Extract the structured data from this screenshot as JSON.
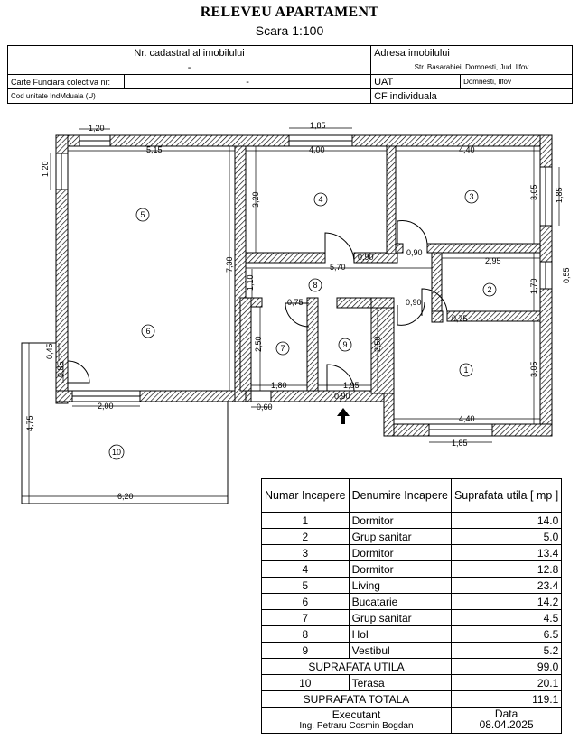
{
  "header": {
    "title": "RELEVEU APARTAMENT",
    "scale": "Scara 1:100"
  },
  "info": {
    "cadastral_label": "Nr. cadastral al imobilului",
    "cadastral_value": "-",
    "address_label": "Adresa imobilului",
    "address_value": "Str. Basarabiei, Domnesti, Jud. Ilfov",
    "carte_label": "Carte Funciara colectiva nr:",
    "carte_value": "-",
    "uat_label": "UAT",
    "uat_value": "Domnesti, Ilfov",
    "cod_label": "Cod unitate IndMduala (U)",
    "cf_label": "CF individuala"
  },
  "plan": {
    "room_numbers": [
      "1",
      "2",
      "3",
      "4",
      "5",
      "6",
      "7",
      "8",
      "9",
      "10"
    ],
    "dimensions": {
      "d1_20a": "1,20",
      "d1_85a": "1,85",
      "d5_15": "5,15",
      "d4_00": "4,00",
      "d4_40a": "4,40",
      "d1_20b": "1,20",
      "d3_20": "3,20",
      "d3_05a": "3,05",
      "d1_85b": "1,85",
      "d0_90a": "0,90",
      "d0_90b": "0,90",
      "d5_70": "5,70",
      "d2_95": "2,95",
      "d0_55": "0,55",
      "d7_30": "7,30",
      "d1_10": "1,10",
      "d1_70": "1,70",
      "d0_75a": "0,75",
      "d0_90c": "0,90",
      "d0_75b": "0,75",
      "d2_50a": "2,50",
      "d2_50b": "2,50",
      "d3_05b": "3,05",
      "d0_45": "0,45",
      "d0_85": "0,85",
      "d1_80": "1,80",
      "d1_95": "1,95",
      "d0_90d": "0,90",
      "d2_00": "2,00",
      "d0_60": "0,60",
      "d4_40b": "4,40",
      "d1_85c": "1,85",
      "d4_75": "4,75",
      "d6_20": "6,20"
    }
  },
  "rooms_table": {
    "col_num": "Numar Incapere",
    "col_name": "Denumire Incapere",
    "col_area": "Suprafata utila [ mp ]",
    "rows": [
      {
        "num": "1",
        "name": "Dormitor",
        "area": "14.0"
      },
      {
        "num": "2",
        "name": "Grup sanitar",
        "area": "5.0"
      },
      {
        "num": "3",
        "name": "Dormitor",
        "area": "13.4"
      },
      {
        "num": "4",
        "name": "Dormitor",
        "area": "12.8"
      },
      {
        "num": "5",
        "name": "Living",
        "area": "23.4"
      },
      {
        "num": "6",
        "name": "Bucatarie",
        "area": "14.2"
      },
      {
        "num": "7",
        "name": "Grup sanitar",
        "area": "4.5"
      },
      {
        "num": "8",
        "name": "Hol",
        "area": "6.5"
      },
      {
        "num": "9",
        "name": "Vestibul",
        "area": "5.2"
      }
    ],
    "util_label": "SUPRAFATA UTILA",
    "util_value": "99.0",
    "terrace": {
      "num": "10",
      "name": "Terasa",
      "area": "20.1"
    },
    "total_label": "SUPRAFATA TOTALA",
    "total_value": "119.1",
    "executant_label": "Executant",
    "executant_name": "Ing. Petraru Cosmin Bogdan",
    "date_label": "Data",
    "date_value": "08.04.2025"
  }
}
